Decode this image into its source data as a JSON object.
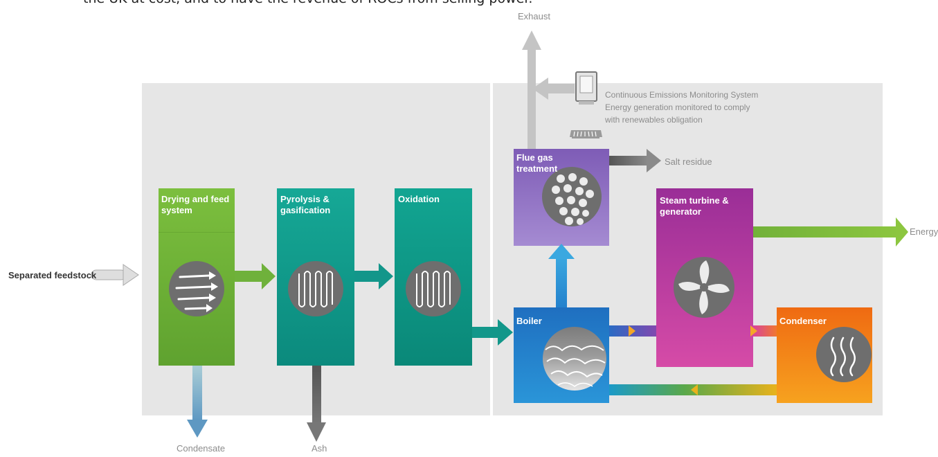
{
  "intro_text": "the UK at cost, and to have the revenue of ROCs from selling power.",
  "labels": {
    "exhaust": "Exhaust",
    "cems": "Continuous Emissions Monitoring System\nEnergy generation monitored to comply\nwith renewables obligation",
    "salt_residue": "Salt residue",
    "energy": "Energy",
    "separated_feedstock": "Separated feedstock",
    "condensate": "Condensate",
    "ash": "Ash"
  },
  "boxes": {
    "drying": "Drying and feed\nsystem",
    "pyrolysis": "Pyrolysis &\ngasification",
    "oxidation": "Oxidation",
    "flue_gas": "Flue gas\ntreatment",
    "steam_turbine": "Steam turbine &\ngenerator",
    "boiler": "Boiler",
    "condenser": "Condenser"
  },
  "colors": {
    "drying": "#72b43a",
    "pyrolysis": "#13a08d",
    "oxidation": "#0e9a8a",
    "flue_gas": "#8a6bbf",
    "steam_turbine": "#b43c9c",
    "boiler": "#1a78c4",
    "condenser": "#f07a14",
    "panel": "#e6e6e6"
  }
}
